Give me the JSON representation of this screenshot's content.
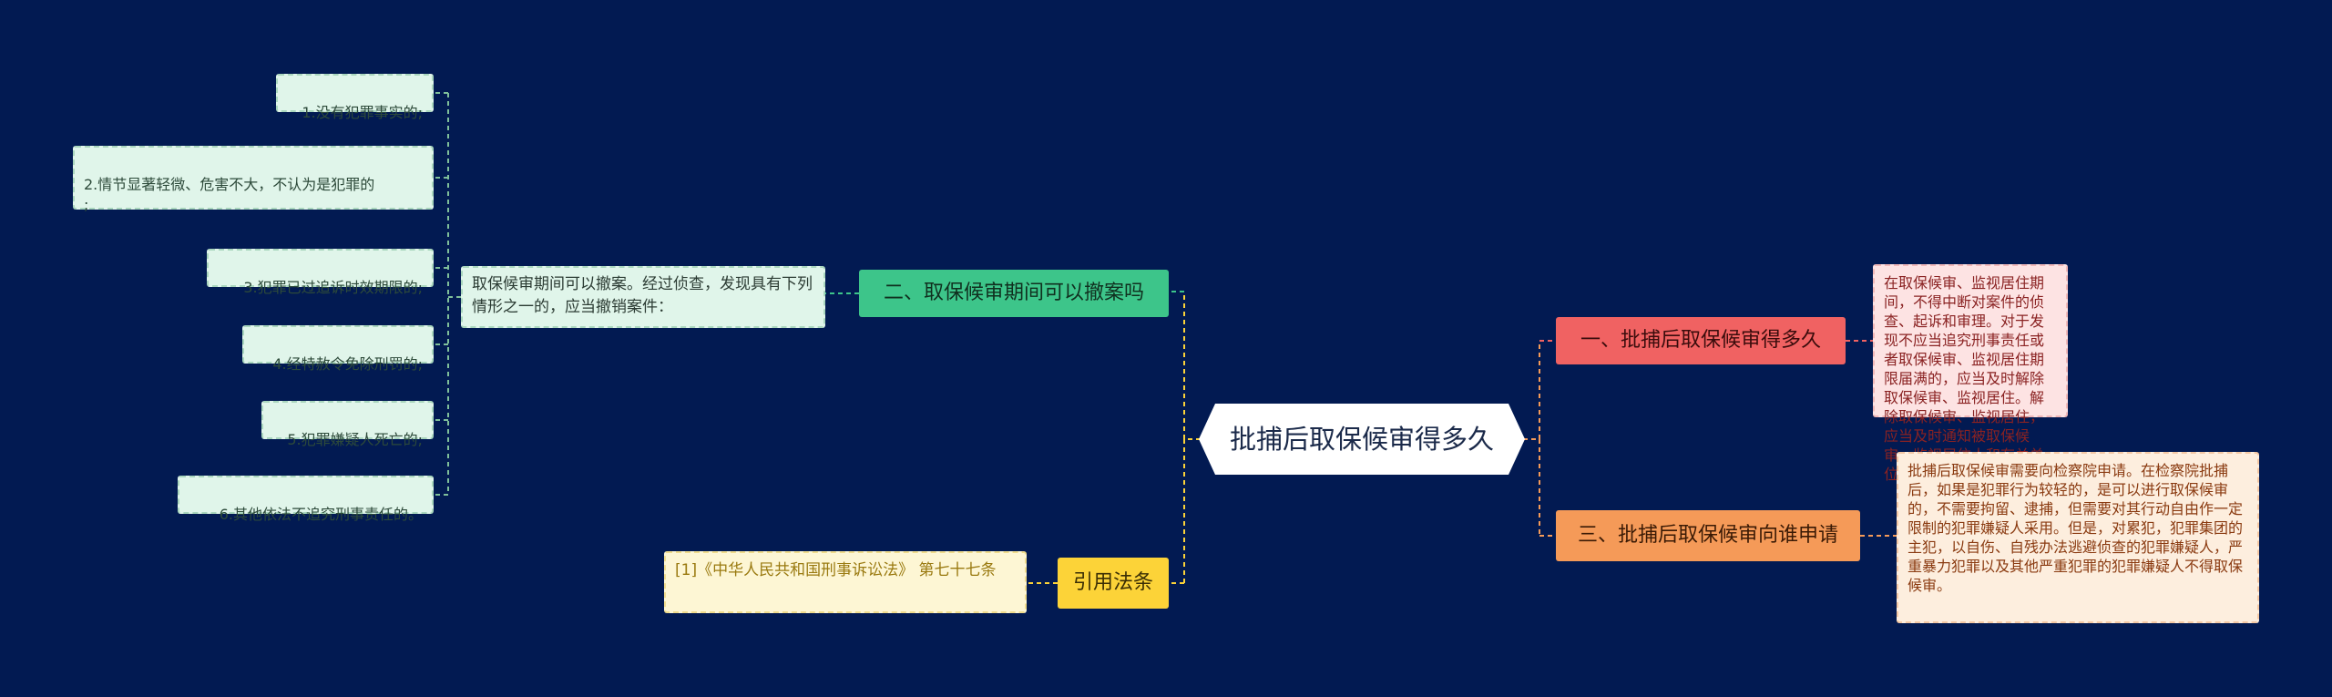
{
  "root": {
    "title": "批捕后取保候审得多久"
  },
  "branches": {
    "b1": {
      "label": "二、取保候审期间可以撤案吗",
      "color": "#3dc58a"
    },
    "b2": {
      "label": "引用法条",
      "color": "#fcd338"
    },
    "b3": {
      "label": "一、批捕后取保候审得多久",
      "color": "#f06262"
    },
    "b4": {
      "label": "三、批捕后取保候审向谁申请",
      "color": "#f59a58"
    }
  },
  "b1_desc": "取保候审期间可以撤案。经过侦查，发现具有下列情形之一的，应当撤销案件：",
  "leaves": [
    "1.没有犯罪事实的;",
    "2.情节显著轻微、危害不大，不认为是犯罪的\n;",
    "3.犯罪已过追诉时效期限的;",
    "4.经特赦令免除刑罚的;",
    "5.犯罪嫌疑人死亡的;",
    "6.其他依法不追究刑事责任的。"
  ],
  "b2_desc": "[1]《中华人民共和国刑事诉讼法》 第七十七条",
  "b3_desc": "在取保候审、监视居住期间，不得中断对案件的侦查、起诉和审理。对于发现不应当追究刑事责任或者取保候审、监视居住期限届满的，应当及时解除取保候审、监视居住。解除取保候审、监视居住，应当及时通知被取保候审、监视居住人和有关单位。",
  "b4_desc": "批捕后取保候审需要向检察院申请。在检察院批捕后，如果是犯罪行为较轻的，是可以进行取保候审的，不需要拘留、逮捕，但需要对其行动自由作一定限制的犯罪嫌疑人采用。但是，对累犯，犯罪集团的主犯，以自伤、自残办法逃避侦查的犯罪嫌疑人，严重暴力犯罪以及其他严重犯罪的犯罪嫌疑人不得取保候审。",
  "colors": {
    "background": "#021a52",
    "line_green": "#3dc58a",
    "line_yellow": "#fcd338",
    "line_red": "#f06262",
    "line_orange": "#f59a58",
    "line_leaf": "#7fbf9a"
  }
}
